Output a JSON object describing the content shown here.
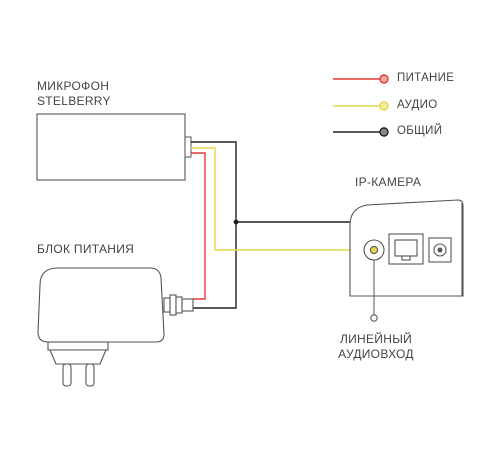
{
  "labels": {
    "microphone_line1": "МИКРОФОН",
    "microphone_line2": "STELBERRY",
    "power_supply": "БЛОК ПИТАНИЯ",
    "ip_camera": "IP-КАМЕРА",
    "line_input_line1": "ЛИНЕЙНЫЙ",
    "line_input_line2": "АУДИОВХОД"
  },
  "legend": {
    "items": [
      {
        "label": "ПИТАНИЕ",
        "color": "#e33a34"
      },
      {
        "label": "АУДИО",
        "color": "#e6d64a"
      },
      {
        "label": "ОБЩИЙ",
        "color": "#222222"
      }
    ]
  },
  "colors": {
    "outline": "#555555",
    "power": "#e33a34",
    "audio": "#e6d64a",
    "common": "#222222"
  }
}
